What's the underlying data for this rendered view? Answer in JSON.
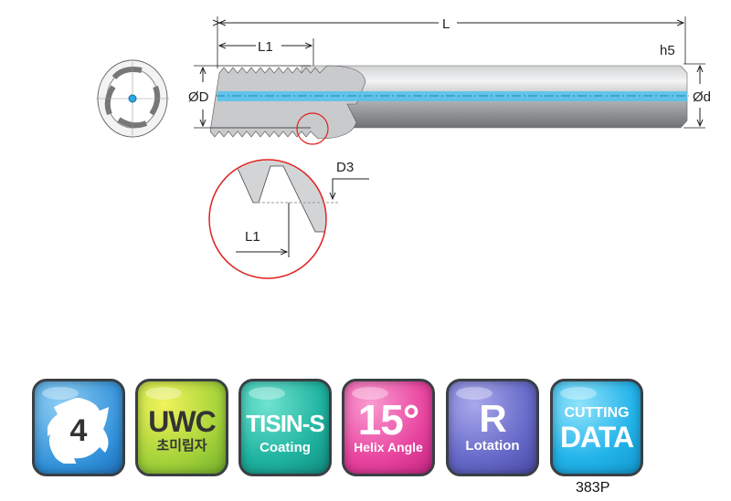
{
  "drawing": {
    "dim_overall_length": "L",
    "dim_thread_length": "L1",
    "dim_thread_diameter": "ØD",
    "dim_shank_diameter": "Ød",
    "shank_tolerance": "h5",
    "detail_d3": "D3",
    "detail_l1": "L1"
  },
  "badges": [
    {
      "value": "4",
      "icon": "four-flute-icon",
      "color": "#2f8fd8"
    },
    {
      "title": "UWC",
      "subtitle": "초미립자",
      "color": "#a6d33a"
    },
    {
      "title": "TISIN-S",
      "subtitle": "Coating",
      "color": "#1fb3a0"
    },
    {
      "title": "15°",
      "subtitle": "Helix Angle",
      "color": "#e8449f"
    },
    {
      "title": "R",
      "subtitle": "Lotation",
      "color": "#6669c8"
    },
    {
      "title_top": "CUTTING",
      "title": "DATA",
      "color": "#22b3ea"
    }
  ],
  "cutting_data_code": "383P",
  "accent_color": "#4fc3ee"
}
